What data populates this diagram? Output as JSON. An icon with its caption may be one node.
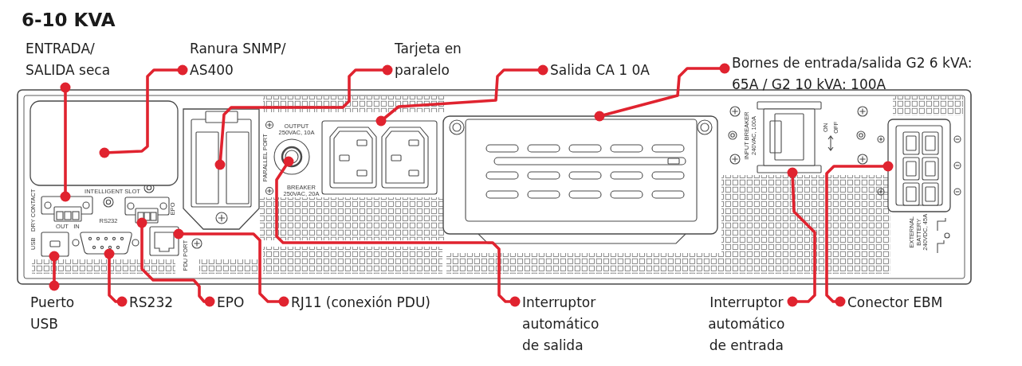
{
  "diagram": {
    "title": "6-10 KVA",
    "nodes": [
      {
        "text": [
          "ENTRADA/ SALIDA seca"
        ]
      },
      {
        "text": [
          "Ranura SNMP/ AS400"
        ]
      },
      {
        "text": [
          "Tarjeta en paralelo"
        ]
      },
      {
        "text": [
          "Salida CA 1 0A"
        ]
      },
      {
        "text": [
          "Bornes de entrada/salida G2 6 kVA: 65A / G2 10 kVA: 100A"
        ]
      },
      {
        "text": [
          "Puerto USB"
        ]
      },
      {
        "text": [
          "RS232"
        ]
      },
      {
        "text": [
          "EPO"
        ]
      },
      {
        "text": [
          "RJ11 (conexión PDU)"
        ]
      },
      {
        "text": [
          "Interruptor automático de salida"
        ]
      },
      {
        "text": [
          "Interruptor automático de entrada"
        ]
      },
      {
        "text": [
          "Conector EBM"
        ]
      },
      {
        "text": [],
        "shape": "picture"
      },
      {
        "text": [],
        "shape": "box"
      },
      {
        "text": [],
        "shape": "picture"
      },
      {
        "text": [],
        "shape": "picture"
      },
      {
        "text": [],
        "shape": "picture"
      },
      {
        "text": [],
        "shape": "picture"
      },
      {
        "text": [],
        "shape": "picture"
      },
      {
        "text": [],
        "shape": "picture"
      },
      {
        "text": [],
        "shape": "picture"
      },
      {
        "text": [],
        "shape": "picture"
      },
      {
        "text": [],
        "shape": "picture"
      },
      {
        "text": [],
        "shape": "picture"
      }
    ],
    "edges": [
      {
        "from": 0,
        "to": 12,
        "arrow": "other"
      },
      {
        "from": 1,
        "to": 13,
        "arrow": "other"
      },
      {
        "from": 2,
        "to": 14,
        "arrow": "other"
      },
      {
        "from": 3,
        "to": 15,
        "arrow": "other"
      },
      {
        "from": 4,
        "to": 16,
        "arrow": "other"
      },
      {
        "from": 5,
        "to": 17,
        "arrow": "other"
      },
      {
        "from": 6,
        "to": 18,
        "arrow": "other"
      },
      {
        "from": 7,
        "to": 19,
        "arrow": "other"
      },
      {
        "from": 8,
        "to": 20,
        "arrow": "other"
      },
      {
        "from": 9,
        "to": 21,
        "arrow": "other"
      },
      {
        "from": 10,
        "to": 22,
        "arrow": "other"
      },
      {
        "from": 11,
        "to": 23,
        "arrow": "other"
      }
    ],
    "labels": [
      "OUTPUT 250VAC, 10A",
      "INPUT BREAKER 240VAC, 100A",
      "ON",
      "OFF",
      "PARALLEL PORT",
      "BREAKER 250VAC, 20A",
      "INTELLIGENT SLOT",
      "DRY CONTACT",
      "EPO",
      "RS232",
      "OUT",
      "IN",
      "EXTERNAL BATTERY 240VDC, 45A",
      "USB",
      "PDU PORT"
    ]
  }
}
